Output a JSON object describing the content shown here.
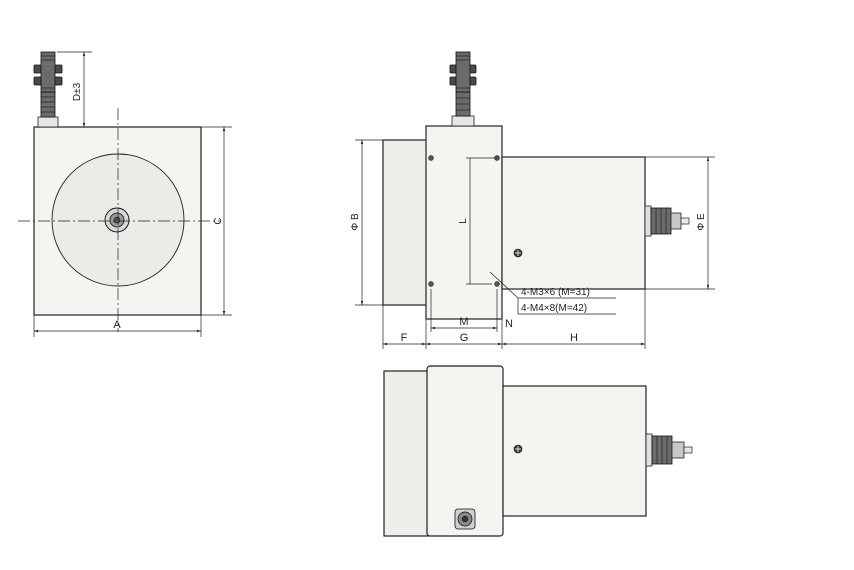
{
  "labels": {
    "A": "A",
    "B": "Φ B",
    "C": "C",
    "D": "D±3",
    "E": "Φ E",
    "F": "F",
    "G": "G",
    "H": "H",
    "L": "L",
    "M": "M",
    "N": "N"
  },
  "notes": {
    "m3": "4-M3×6 (M=31)",
    "m4": "4-M4×8(M=42)"
  },
  "colors": {
    "line": "#222222",
    "body_fill": "#f5f4f1",
    "metal": "#6b6b6b"
  }
}
